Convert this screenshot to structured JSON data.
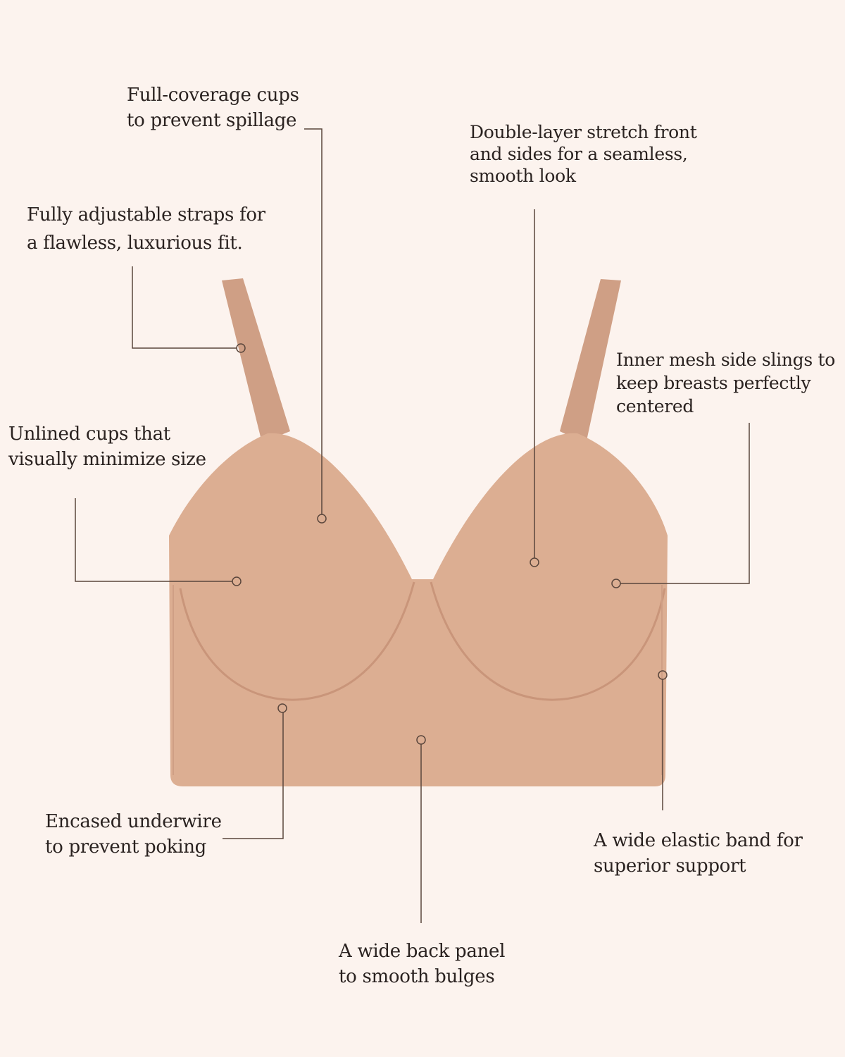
{
  "colors": {
    "background": "#fcf3ee",
    "garment": "#dcae92",
    "garment_shadow": "#c9957a",
    "leader_line": "#5a463c"
  },
  "callouts": [
    {
      "id": "full-coverage",
      "lines": [
        "Full-coverage cups",
        "to prevent spillage"
      ]
    },
    {
      "id": "straps",
      "lines": [
        "Fully adjustable straps for",
        "a flawless, luxurious fit."
      ]
    },
    {
      "id": "unlined",
      "lines": [
        "Unlined cups that",
        "visually minimize size"
      ]
    },
    {
      "id": "underwire",
      "lines": [
        "Encased underwire",
        "to prevent poking"
      ]
    },
    {
      "id": "back-panel",
      "lines": [
        "A wide back panel",
        "to smooth bulges"
      ]
    },
    {
      "id": "elastic-band",
      "lines": [
        "A wide elastic band for",
        "superior support"
      ]
    },
    {
      "id": "side-slings",
      "lines": [
        "Inner mesh side slings to",
        "keep breasts perfectly",
        "centered"
      ]
    },
    {
      "id": "double-layer",
      "lines": [
        "Double-layer stretch front",
        "and sides for a seamless,",
        "smooth look"
      ]
    }
  ]
}
